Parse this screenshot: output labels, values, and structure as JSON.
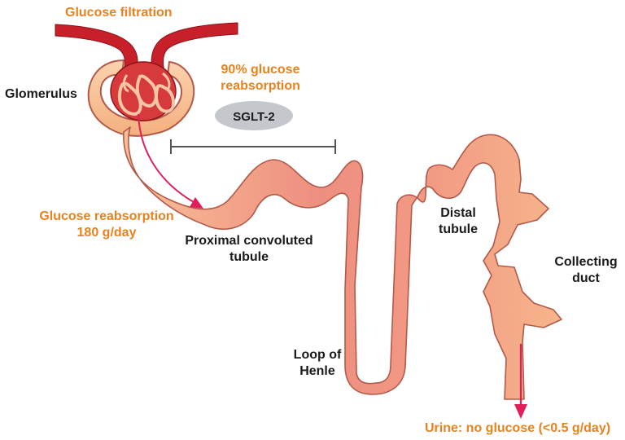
{
  "labels": {
    "glucose_filtration": "Glucose filtration",
    "glomerulus": "Glomerulus",
    "reabsorption_pct_line1": "90% glucose",
    "reabsorption_pct_line2": "reabsorption",
    "sglt2": "SGLT-2",
    "reabsorption_amount_line1": "Glucose reabsorption",
    "reabsorption_amount_line2": "180 g/day",
    "proximal_line1": "Proximal convoluted",
    "proximal_line2": "tubule",
    "distal_line1": "Distal",
    "distal_line2": "tubule",
    "collecting_line1": "Collecting",
    "collecting_line2": "duct",
    "loop_line1": "Loop of",
    "loop_line2": "Henle",
    "urine": "Urine: no glucose (<0.5 g/day)"
  },
  "colors": {
    "label_orange": "#e8821e",
    "label_dark": "#1a1a1a",
    "vessel_red": "#c8202a",
    "tubule_peach": "#f6b58a",
    "tubule_salmon": "#ec8a7e",
    "tubule_outline": "#b25a4a",
    "sglt2_oval": "#c4c8cc",
    "arrow_pink": "#e11d5a"
  }
}
